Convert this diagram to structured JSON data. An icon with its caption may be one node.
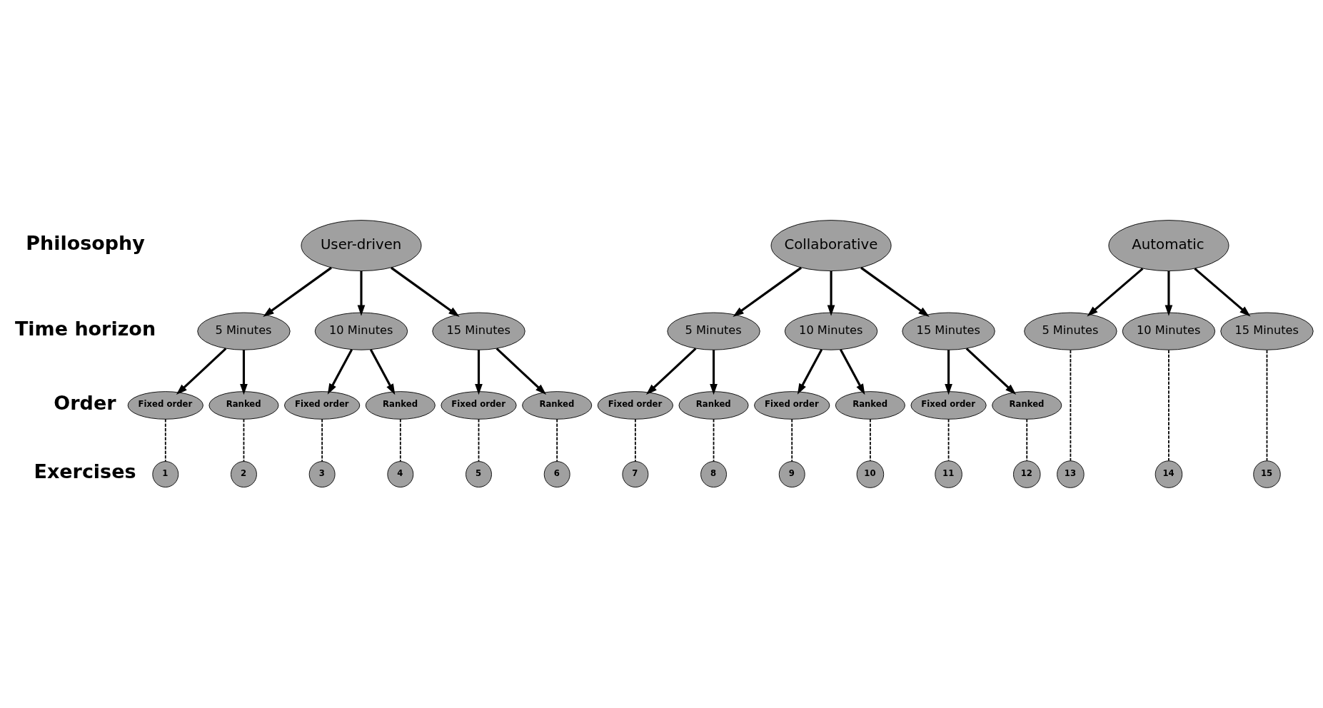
{
  "diagram": {
    "nodes": [
      {
        "text": [
          "User-driven"
        ]
      },
      {
        "text": [
          "Collaborative"
        ]
      },
      {
        "text": [
          "Automatic"
        ]
      },
      {
        "text": [
          "5 Minutes"
        ]
      },
      {
        "text": [
          "10 Minutes"
        ]
      },
      {
        "text": [
          "15 Minutes"
        ]
      },
      {
        "text": [
          "5 Minutes"
        ]
      },
      {
        "text": [
          "10 Minutes"
        ]
      },
      {
        "text": [
          "15 Minutes"
        ]
      },
      {
        "text": [
          "5 Minutes"
        ]
      },
      {
        "text": [
          "10 Minutes"
        ]
      },
      {
        "text": [
          "15 Minutes"
        ]
      },
      {
        "text": [
          "Fixed order"
        ]
      },
      {
        "text": [
          "Ranked"
        ]
      },
      {
        "text": [
          "Fixed order"
        ]
      },
      {
        "text": [
          "Ranked"
        ]
      },
      {
        "text": [
          "Fixed order"
        ]
      },
      {
        "text": [
          "Ranked"
        ]
      },
      {
        "text": [
          "Fixed order"
        ]
      },
      {
        "text": [
          "Ranked"
        ]
      },
      {
        "text": [
          "Fixed order"
        ]
      },
      {
        "text": [
          "Ranked"
        ]
      },
      {
        "text": [
          "Fixed order"
        ]
      },
      {
        "text": [
          "Ranked"
        ]
      },
      {
        "text": [
          "1"
        ]
      },
      {
        "text": [
          "2"
        ]
      },
      {
        "text": [
          "3"
        ]
      },
      {
        "text": [
          "4"
        ]
      },
      {
        "text": [
          "5"
        ]
      },
      {
        "text": [
          "6"
        ]
      },
      {
        "text": [
          "7"
        ]
      },
      {
        "text": [
          "8"
        ]
      },
      {
        "text": [
          "9"
        ]
      },
      {
        "text": [
          "10"
        ]
      },
      {
        "text": [
          "11"
        ]
      },
      {
        "text": [
          "12"
        ]
      },
      {
        "text": [
          "13"
        ]
      },
      {
        "text": [
          "14"
        ]
      },
      {
        "text": [
          "15"
        ]
      }
    ],
    "edges": [
      {
        "from": 0,
        "to": 3,
        "arrow": "to"
      },
      {
        "from": 0,
        "to": 4,
        "arrow": "to"
      },
      {
        "from": 0,
        "to": 5,
        "arrow": "to"
      },
      {
        "from": 1,
        "to": 6,
        "arrow": "to"
      },
      {
        "from": 1,
        "to": 7,
        "arrow": "to"
      },
      {
        "from": 1,
        "to": 8,
        "arrow": "to"
      },
      {
        "from": 2,
        "to": 9,
        "arrow": "to"
      },
      {
        "from": 2,
        "to": 10,
        "arrow": "to"
      },
      {
        "from": 2,
        "to": 11,
        "arrow": "to"
      },
      {
        "from": 3,
        "to": 12,
        "arrow": "to"
      },
      {
        "from": 3,
        "to": 13,
        "arrow": "to"
      },
      {
        "from": 4,
        "to": 14,
        "arrow": "to"
      },
      {
        "from": 4,
        "to": 15,
        "arrow": "to"
      },
      {
        "from": 5,
        "to": 16,
        "arrow": "to"
      },
      {
        "from": 5,
        "to": 17,
        "arrow": "to"
      },
      {
        "from": 6,
        "to": 18,
        "arrow": "to"
      },
      {
        "from": 6,
        "to": 19,
        "arrow": "to"
      },
      {
        "from": 7,
        "to": 20,
        "arrow": "to"
      },
      {
        "from": 7,
        "to": 21,
        "arrow": "to"
      },
      {
        "from": 8,
        "to": 22,
        "arrow": "to"
      },
      {
        "from": 8,
        "to": 23,
        "arrow": "to"
      },
      {
        "from": 12,
        "to": 24,
        "arrow": "none",
        "style": "dashed"
      },
      {
        "from": 13,
        "to": 25,
        "arrow": "none",
        "style": "dashed"
      },
      {
        "from": 14,
        "to": 26,
        "arrow": "none",
        "style": "dashed"
      },
      {
        "from": 15,
        "to": 27,
        "arrow": "none",
        "style": "dashed"
      },
      {
        "from": 16,
        "to": 28,
        "arrow": "none",
        "style": "dashed"
      },
      {
        "from": 17,
        "to": 29,
        "arrow": "none",
        "style": "dashed"
      },
      {
        "from": 18,
        "to": 30,
        "arrow": "none",
        "style": "dashed"
      },
      {
        "from": 19,
        "to": 31,
        "arrow": "none",
        "style": "dashed"
      },
      {
        "from": 20,
        "to": 32,
        "arrow": "none",
        "style": "dashed"
      },
      {
        "from": 21,
        "to": 33,
        "arrow": "none",
        "style": "dashed"
      },
      {
        "from": 22,
        "to": 34,
        "arrow": "none",
        "style": "dashed"
      },
      {
        "from": 23,
        "to": 35,
        "arrow": "none",
        "style": "dashed"
      },
      {
        "from": 9,
        "to": 36,
        "arrow": "none",
        "style": "dashed"
      },
      {
        "from": 10,
        "to": 37,
        "arrow": "none",
        "style": "dashed"
      },
      {
        "from": 11,
        "to": 38,
        "arrow": "none",
        "style": "dashed"
      }
    ],
    "labels": [
      "Philosophy",
      "Time horizon",
      "Order",
      "Exercises"
    ]
  }
}
